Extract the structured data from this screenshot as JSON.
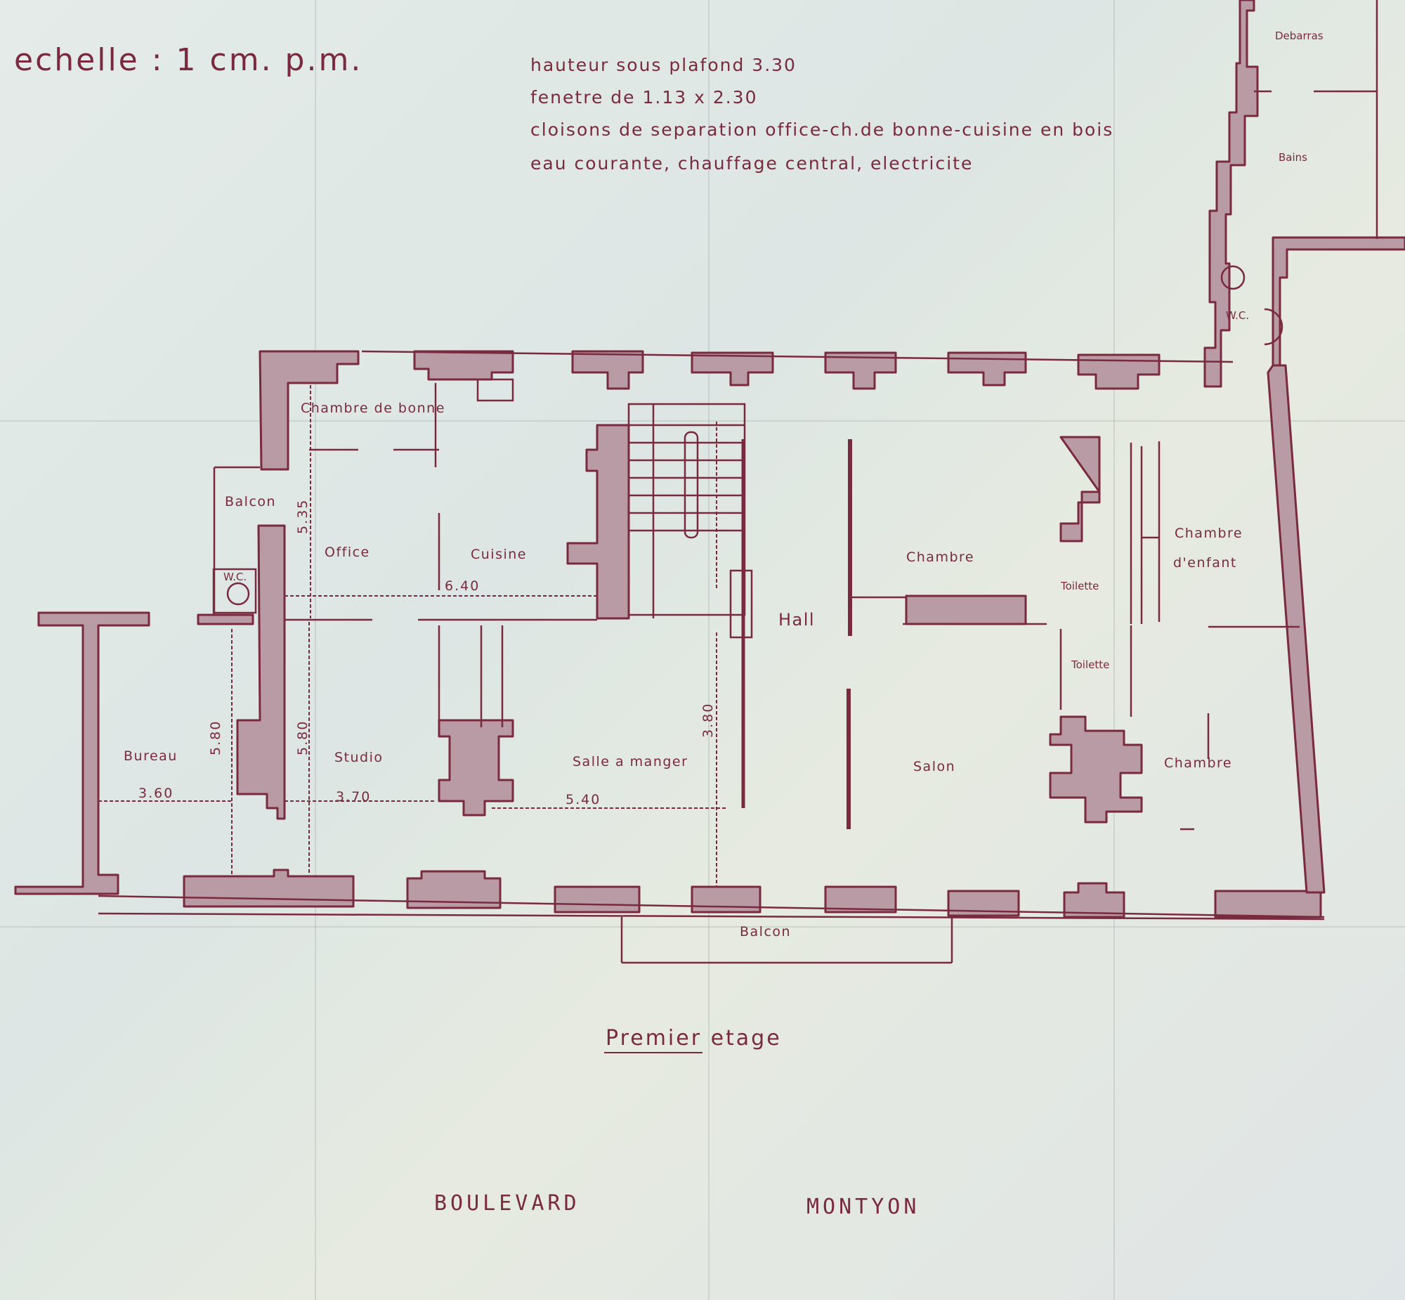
{
  "scale": "echelle : 1 cm. p.m.",
  "notes": [
    "hauteur sous plafond 3.30",
    "fenetre de 1.13 x 2.30",
    "cloisons de separation office-ch.de bonne-cuisine en bois",
    "eau courante, chauffage central, electricite"
  ],
  "rooms": {
    "debarras": "Debarras",
    "bains": "Bains",
    "wc_top": "W.C.",
    "chambre_de_bonne": "Chambre de bonne",
    "balcon_side": "Balcon",
    "office": "Office",
    "cuisine": "Cuisine",
    "wc_left": "W.C.",
    "hall": "Hall",
    "chambre": "Chambre",
    "toilette_1": "Toilette",
    "chambre_enfant_1": "Chambre",
    "chambre_enfant_2": "d'enfant",
    "toilette_2": "Toilette",
    "bureau": "Bureau",
    "studio": "Studio",
    "salle_a_manger": "Salle a manger",
    "salon": "Salon",
    "chambre_2": "Chambre",
    "balcon_front": "Balcon"
  },
  "dimensions": {
    "d_6_40": "6.40",
    "d_5_35": "5.35",
    "d_3_60": "3.60",
    "d_5_80_a": "5.80",
    "d_5_80_b": "5.80",
    "d_3_70": "3.70",
    "d_5_40": "5.40",
    "d_3_80": "3.80"
  },
  "title": "Premier etage",
  "street": [
    "BOULEVARD",
    "MONTYON"
  ],
  "colors": {
    "ink": "#7a2a3e",
    "wall_fill": "#b99ba5",
    "paper": "#dfe6e3"
  }
}
